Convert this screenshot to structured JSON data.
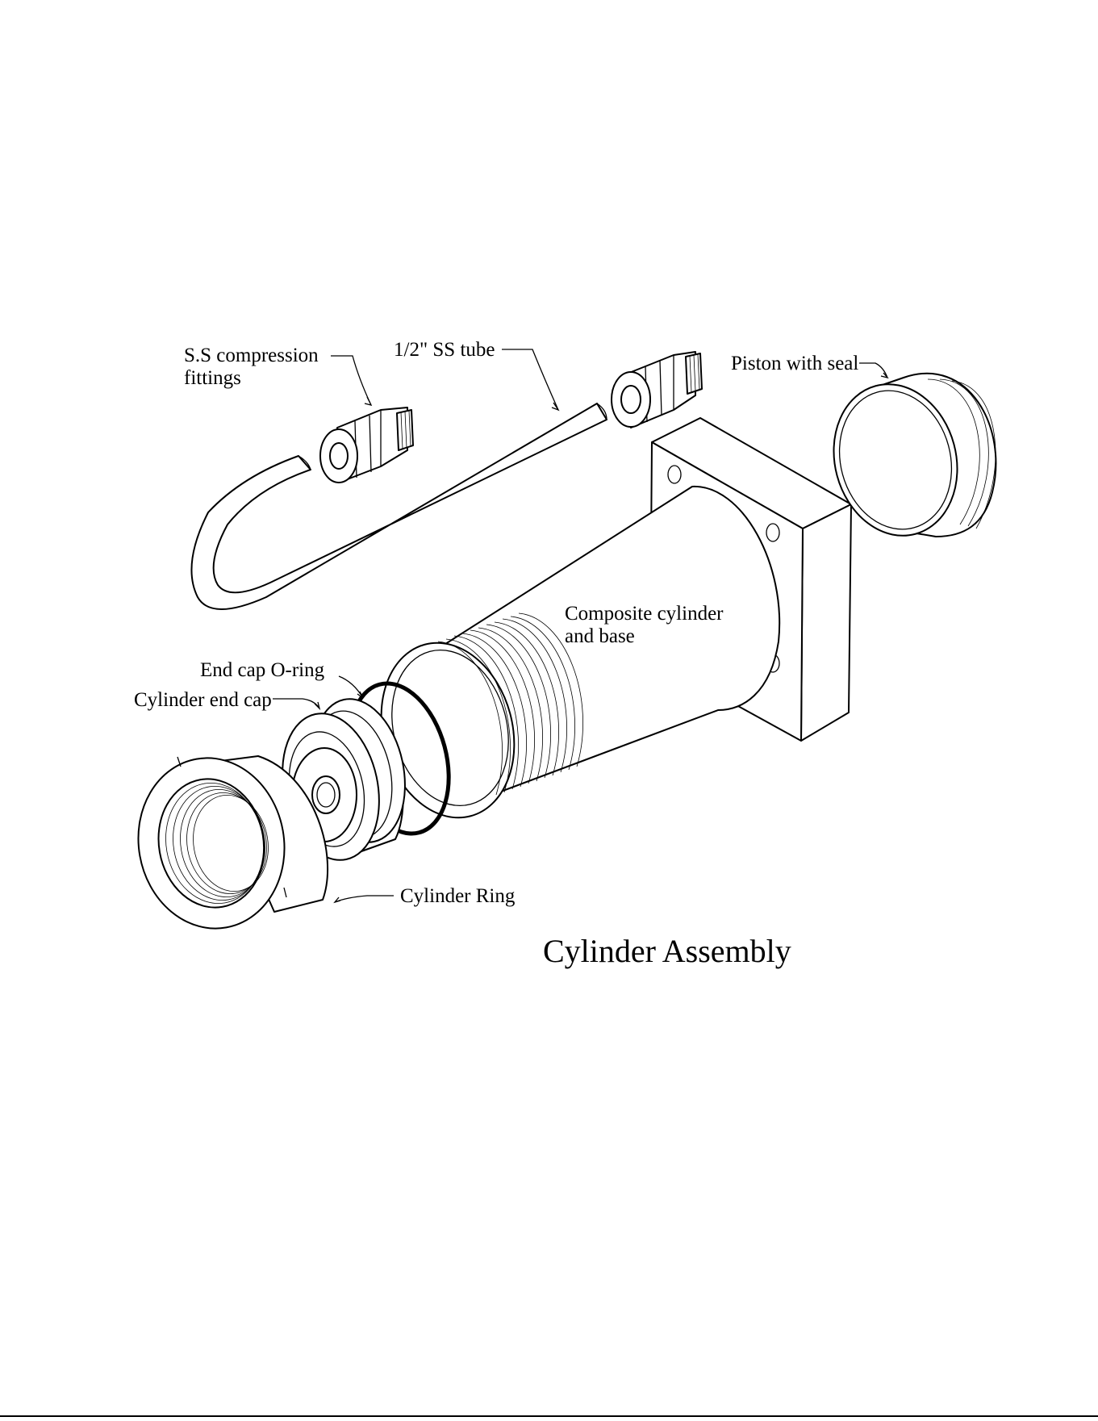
{
  "title": "Cylinder Assembly",
  "labels": {
    "compression_fittings_line1": "S.S compression",
    "compression_fittings_line2": "fittings",
    "ss_tube": "1/2\" SS tube",
    "piston": "Piston with seal",
    "cylinder_line1": "Composite cylinder",
    "cylinder_line2": "and base",
    "oring": "End cap O-ring",
    "end_cap": "Cylinder end cap",
    "ring": "Cylinder Ring"
  }
}
